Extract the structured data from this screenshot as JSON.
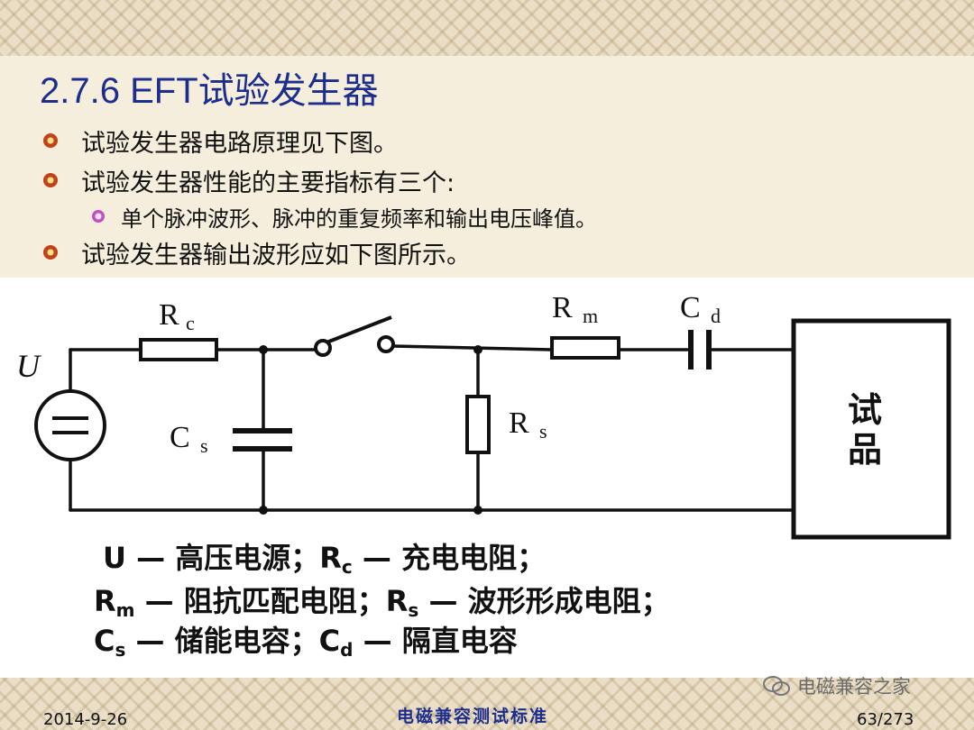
{
  "slide": {
    "title": "2.7.6  EFT试验发生器",
    "bullets": [
      "试验发生器电路原理见下图。",
      "试验发生器性能的主要指标有三个:",
      "试验发生器输出波形应如下图所示。"
    ],
    "sub_bullet": "单个脉冲波形、脉冲的重复频率和输出电压峰值。"
  },
  "circuit": {
    "labels": {
      "source": "U",
      "rc": "R",
      "rc_sub": "c",
      "rm": "R",
      "rm_sub": "m",
      "cd": "C",
      "cd_sub": "d",
      "cs": "C",
      "cs_sub": "s",
      "rs": "R",
      "rs_sub": "s",
      "dut_line1": "试",
      "dut_line2": "品"
    },
    "legend": {
      "line1": "U — 高压电源；R",
      "line1_sub": "c",
      "line1_tail": " — 充电电阻；",
      "line2": "R",
      "line2_sub": "m",
      "line2_mid": " — 阻抗匹配电阻；R",
      "line2_sub2": "s",
      "line2_tail": " — 波形形成电阻；",
      "line3": "C",
      "line3_sub": "s",
      "line3_mid": " — 储能电容；C",
      "line3_sub2": "d",
      "line3_tail": " — 隔直电容"
    }
  },
  "footer": {
    "date": "2014-9-26",
    "title": "电磁兼容测试标准",
    "page": "63/273",
    "watermark": "电磁兼容之家"
  }
}
